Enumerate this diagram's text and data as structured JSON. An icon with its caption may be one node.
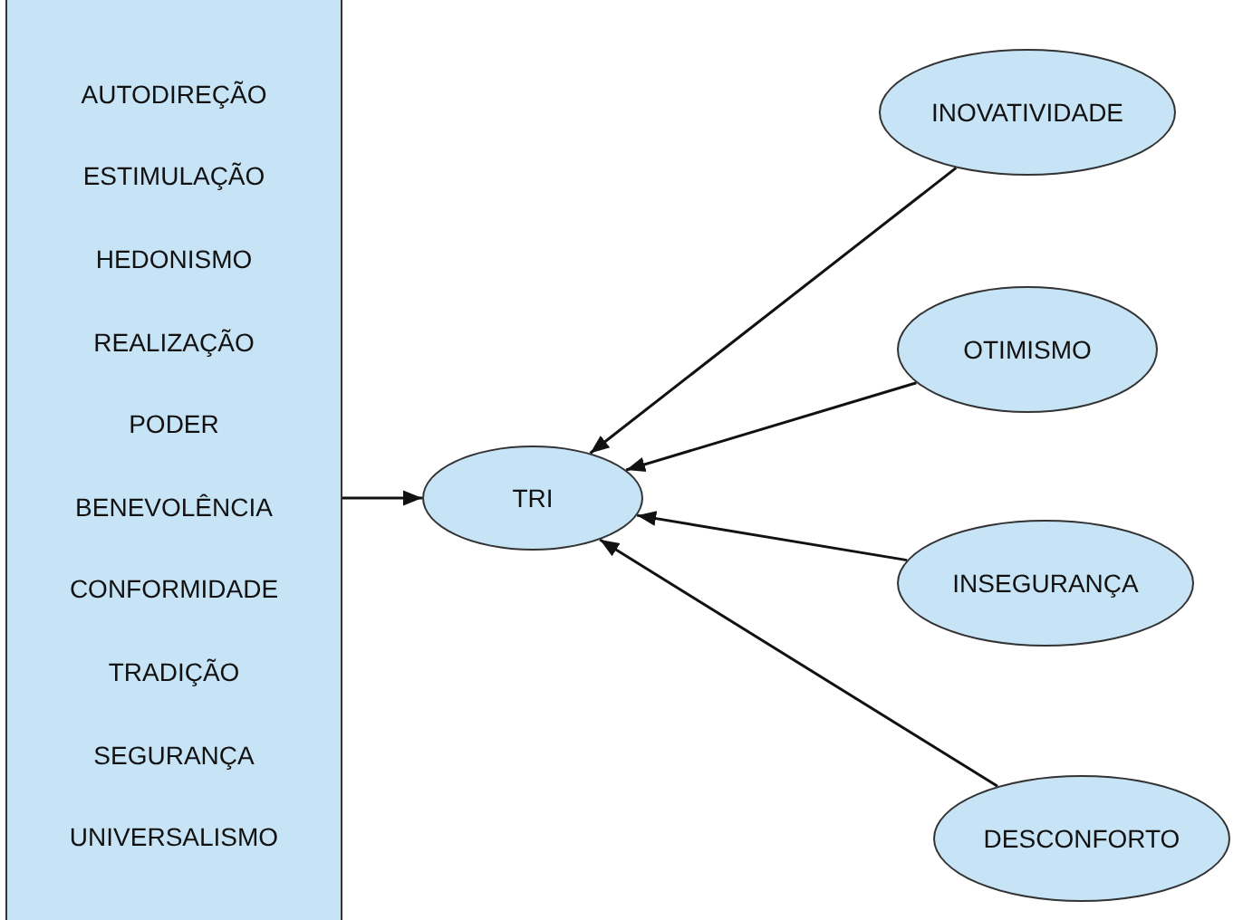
{
  "diagram": {
    "nodes": [
      {
        "text": [
          "AUTODIREÇÃO",
          "ESTIMULAÇÃO",
          "HEDONISMO",
          "REALIZAÇÃO",
          "PODER",
          "BENEVOLÊNCIA",
          "CONFORMIDADE",
          "TRADIÇÃO",
          "SEGURANÇA",
          "UNIVERSALISMO"
        ]
      },
      {
        "text": [
          "TRI"
        ]
      },
      {
        "text": [
          "INOVATIVIDADE"
        ]
      },
      {
        "text": [
          "OTIMISMO"
        ]
      },
      {
        "text": [
          "INSEGURANÇA"
        ]
      },
      {
        "text": [
          "DESCONFORTO"
        ]
      }
    ],
    "edges": [
      {
        "from": 0,
        "to": 1,
        "arrow": "to"
      },
      {
        "from": 2,
        "to": 1,
        "arrow": "to"
      },
      {
        "from": 3,
        "to": 1,
        "arrow": "to"
      },
      {
        "from": 4,
        "to": 1,
        "arrow": "to"
      },
      {
        "from": 5,
        "to": 1,
        "arrow": "to"
      }
    ]
  }
}
